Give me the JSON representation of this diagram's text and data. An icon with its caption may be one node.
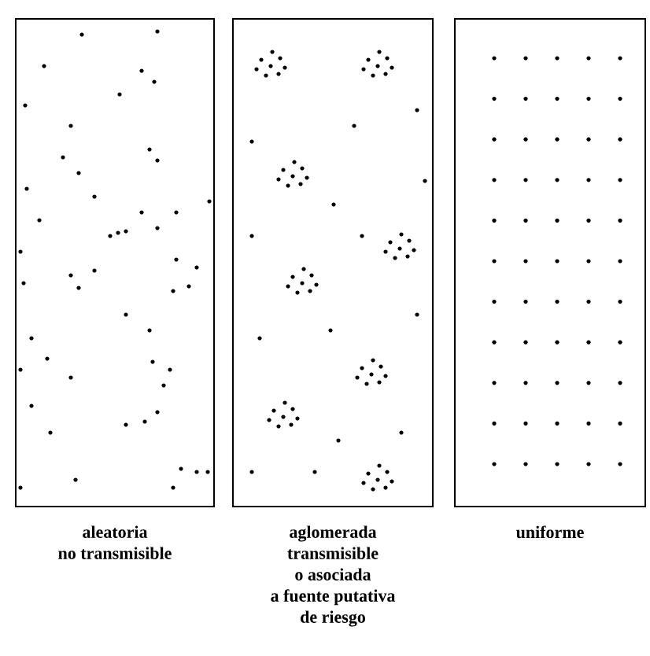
{
  "diagram": {
    "nodes": [
      {
        "text": [
          "aleatoria",
          "no transmisible"
        ]
      },
      {
        "text": [
          "aglomerada",
          "transmisible",
          "o asociada",
          "a fuente putativa",
          "de riesgo"
        ]
      },
      {
        "text": [
          "uniforme"
        ]
      }
    ]
  }
}
